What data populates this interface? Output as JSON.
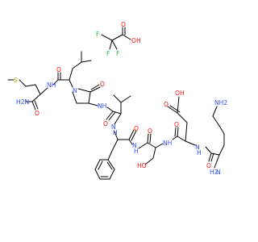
{
  "colors": {
    "bond": "#000000",
    "oxygen": "#ff0d0d",
    "nitrogen": "#3050f8",
    "sulfur": "#c9a500",
    "fluorine": "#2fb044",
    "background": "#ffffff"
  },
  "labels": {
    "s": "S",
    "o": "O",
    "oh": "OH",
    "nh": "NH",
    "n": "N",
    "h": "H",
    "h2n": "H2N",
    "nh2": "NH2",
    "f": "F",
    "ho": "HO",
    "h2": "H2"
  }
}
